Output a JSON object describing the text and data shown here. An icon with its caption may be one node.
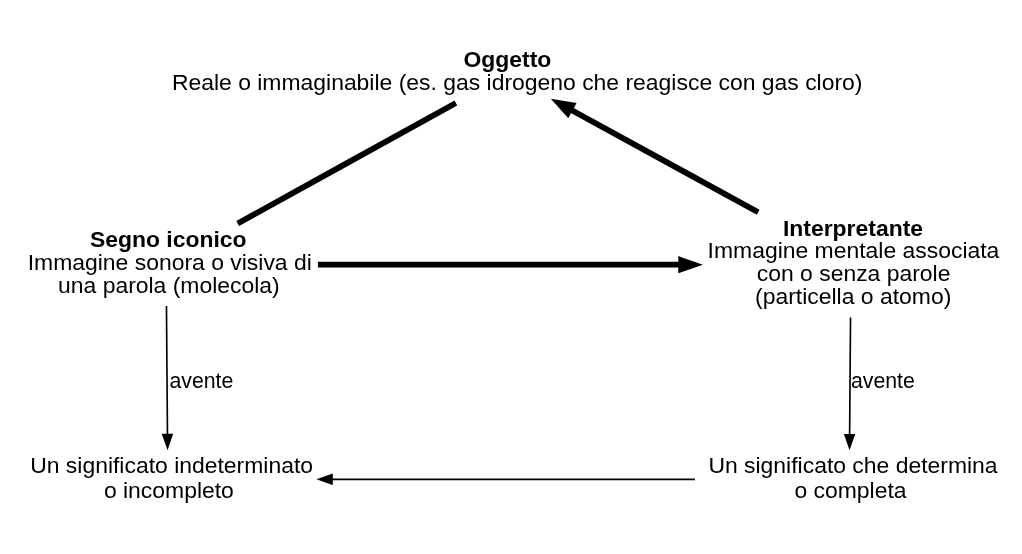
{
  "diagram": {
    "nodes": [
      {
        "text": [
          "Oggetto",
          "Reale o immaginabile (es. gas idrogeno che reagisce con gas cloro)"
        ]
      },
      {
        "text": [
          "Segno iconico",
          "Immagine sonora o visiva di una parola (molecola)"
        ]
      },
      {
        "text": [
          "Interpretante",
          "Immagine mentale associata con o senza parole (particella o atomo)"
        ]
      },
      {
        "text": [
          "Un significato indeterminato o incompleto"
        ]
      },
      {
        "text": [
          "Un significato che determina o completa"
        ]
      }
    ],
    "edges": [
      {
        "from": 1,
        "to": 0,
        "arrow": "none",
        "style": "thick"
      },
      {
        "from": 1,
        "to": 2,
        "arrow": "to",
        "style": "thick"
      },
      {
        "from": 2,
        "to": 0,
        "arrow": "to",
        "style": "thick"
      },
      {
        "from": 1,
        "to": 3,
        "arrow": "to",
        "label": "avente"
      },
      {
        "from": 2,
        "to": 4,
        "arrow": "to",
        "label": "avente"
      },
      {
        "from": 4,
        "to": 3,
        "arrow": "to"
      }
    ]
  }
}
